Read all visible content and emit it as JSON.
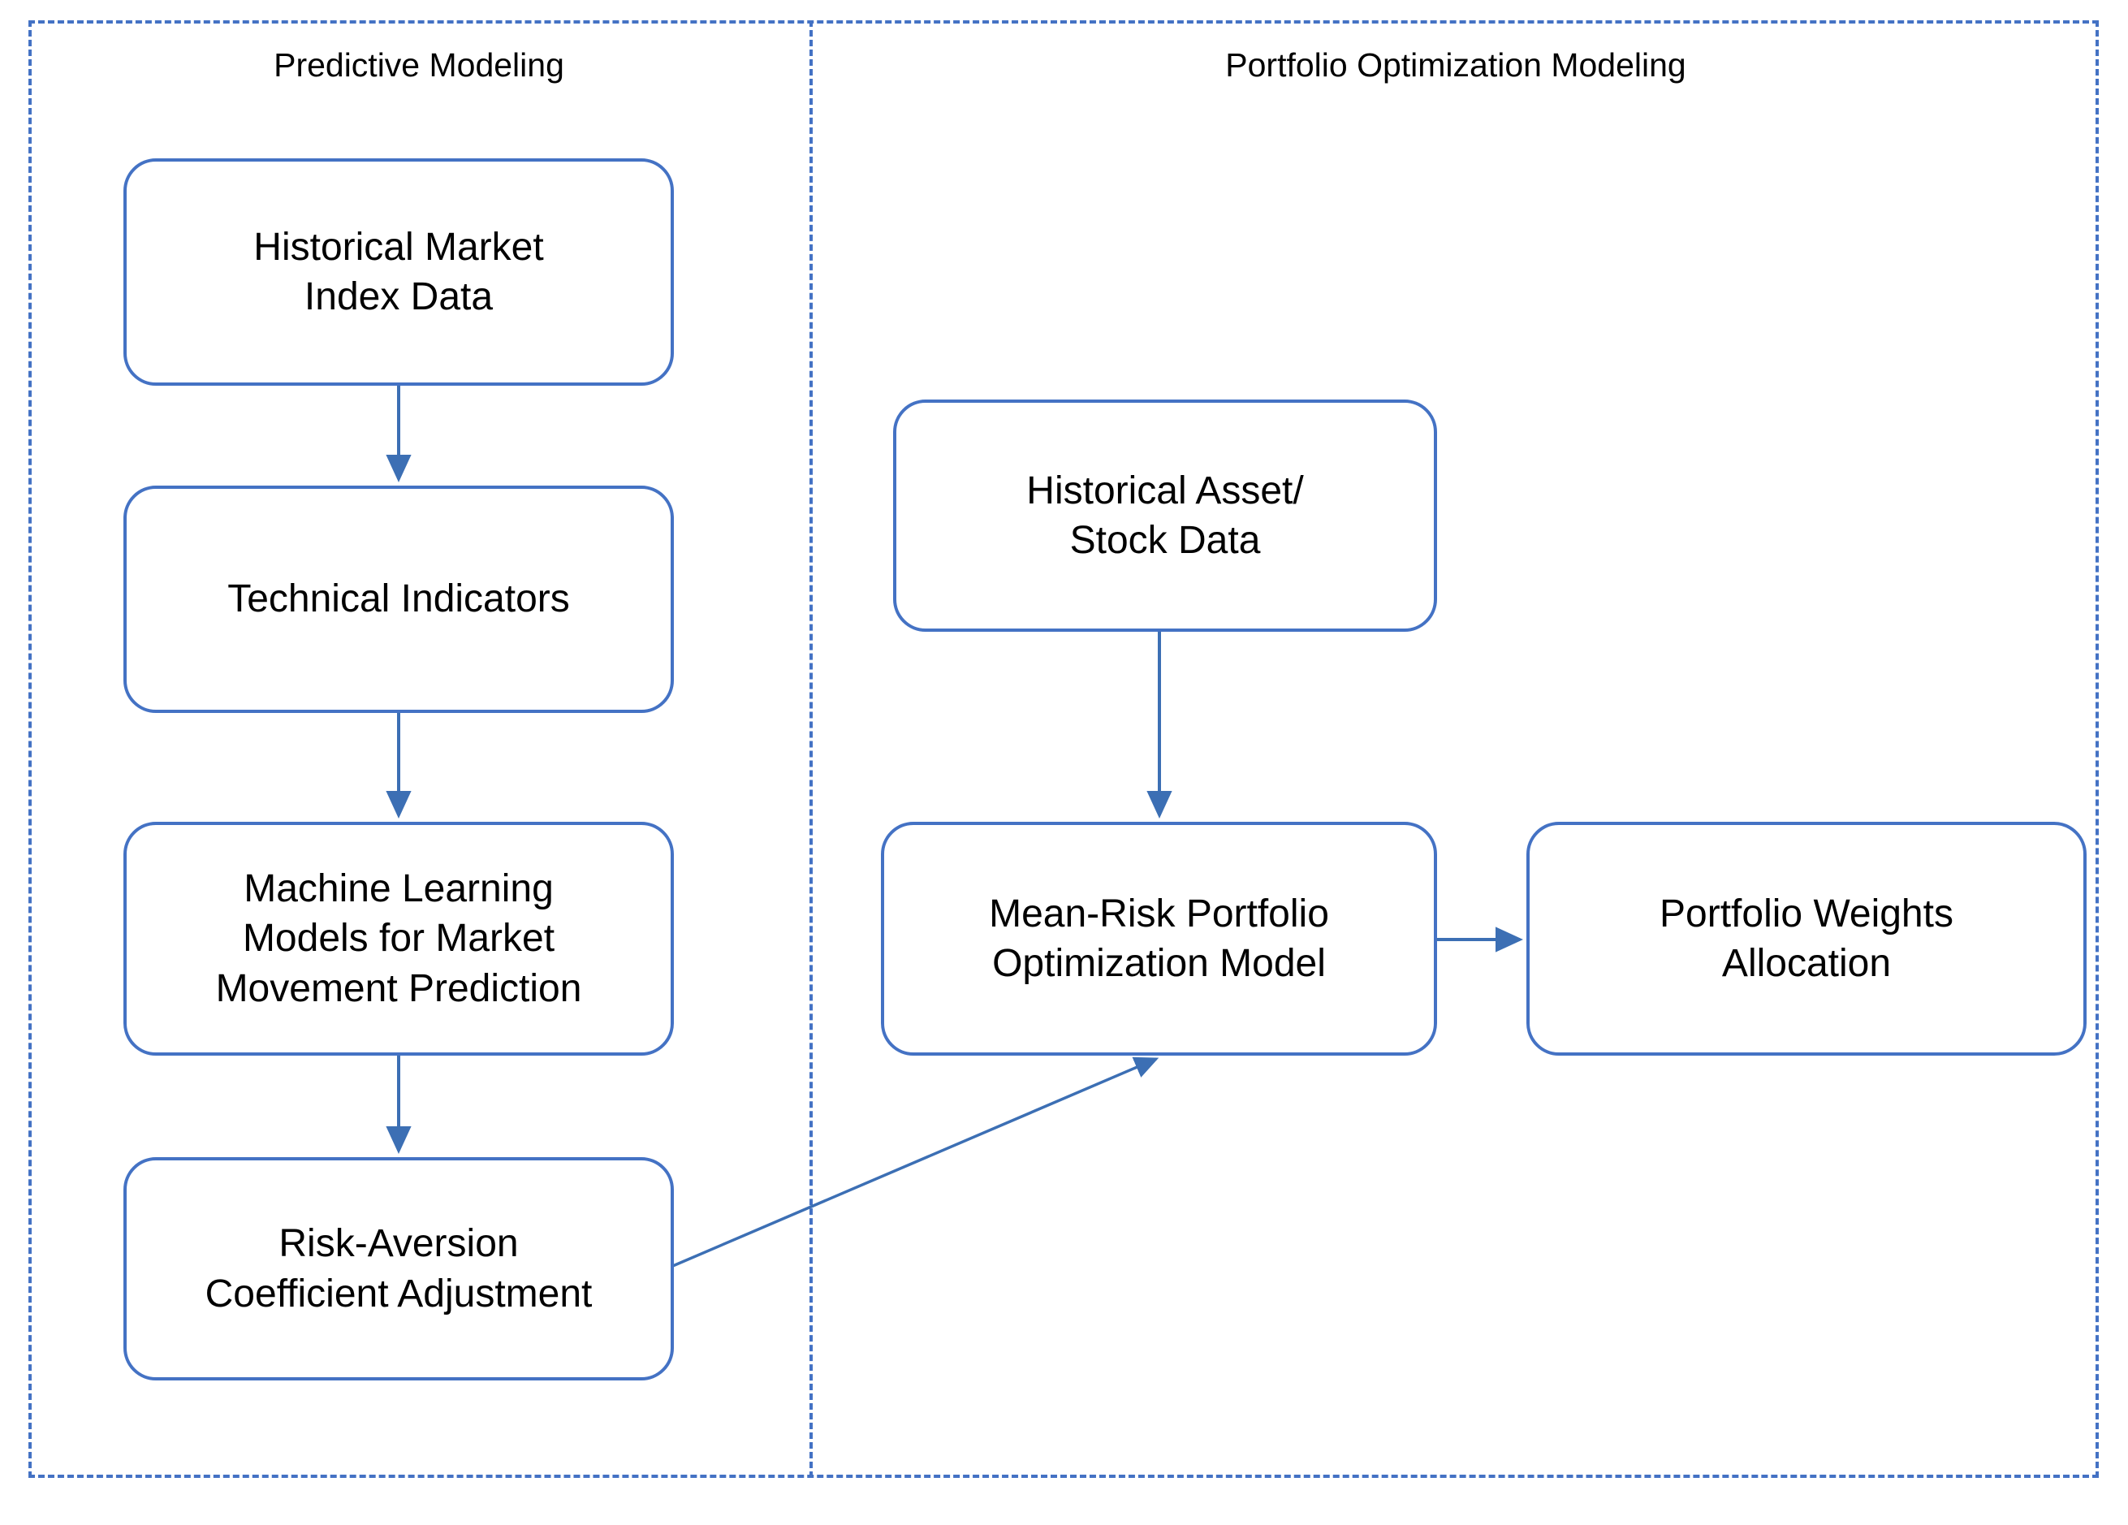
{
  "diagram": {
    "title_left": "Predictive Modeling",
    "title_right": "Portfolio Optimization Modeling",
    "accent_color": "#4472C4",
    "text_color": "#000000",
    "background_color": "#FFFFFF",
    "border_style": "dashed",
    "nodes": [
      {
        "id": "historical-market-index-data",
        "label": "Historical Market\nIndex Data",
        "lane": "Predictive Modeling"
      },
      {
        "id": "technical-indicators",
        "label": "Technical Indicators",
        "lane": "Predictive Modeling"
      },
      {
        "id": "ml-models-market-movement-prediction",
        "label": "Machine Learning\nModels for Market\nMovement Prediction",
        "lane": "Predictive Modeling"
      },
      {
        "id": "risk-aversion-coefficient-adjustment",
        "label": "Risk-Aversion\nCoefficient Adjustment",
        "lane": "Predictive Modeling"
      },
      {
        "id": "historical-asset-stock-data",
        "label": "Historical Asset/\nStock Data",
        "lane": "Portfolio Optimization Modeling"
      },
      {
        "id": "mean-risk-portfolio-optimization-model",
        "label": "Mean-Risk Portfolio\nOptimization Model",
        "lane": "Portfolio Optimization Modeling"
      },
      {
        "id": "portfolio-weights-allocation",
        "label": "Portfolio Weights\nAllocation",
        "lane": "Portfolio Optimization Modeling"
      }
    ],
    "edges": [
      {
        "from": "historical-market-index-data",
        "to": "technical-indicators",
        "direction": "down"
      },
      {
        "from": "technical-indicators",
        "to": "ml-models-market-movement-prediction",
        "direction": "down"
      },
      {
        "from": "ml-models-market-movement-prediction",
        "to": "risk-aversion-coefficient-adjustment",
        "direction": "down"
      },
      {
        "from": "historical-asset-stock-data",
        "to": "mean-risk-portfolio-optimization-model",
        "direction": "down"
      },
      {
        "from": "mean-risk-portfolio-optimization-model",
        "to": "portfolio-weights-allocation",
        "direction": "right"
      },
      {
        "from": "risk-aversion-coefficient-adjustment",
        "to": "mean-risk-portfolio-optimization-model",
        "direction": "diagonal-up-right"
      }
    ]
  }
}
